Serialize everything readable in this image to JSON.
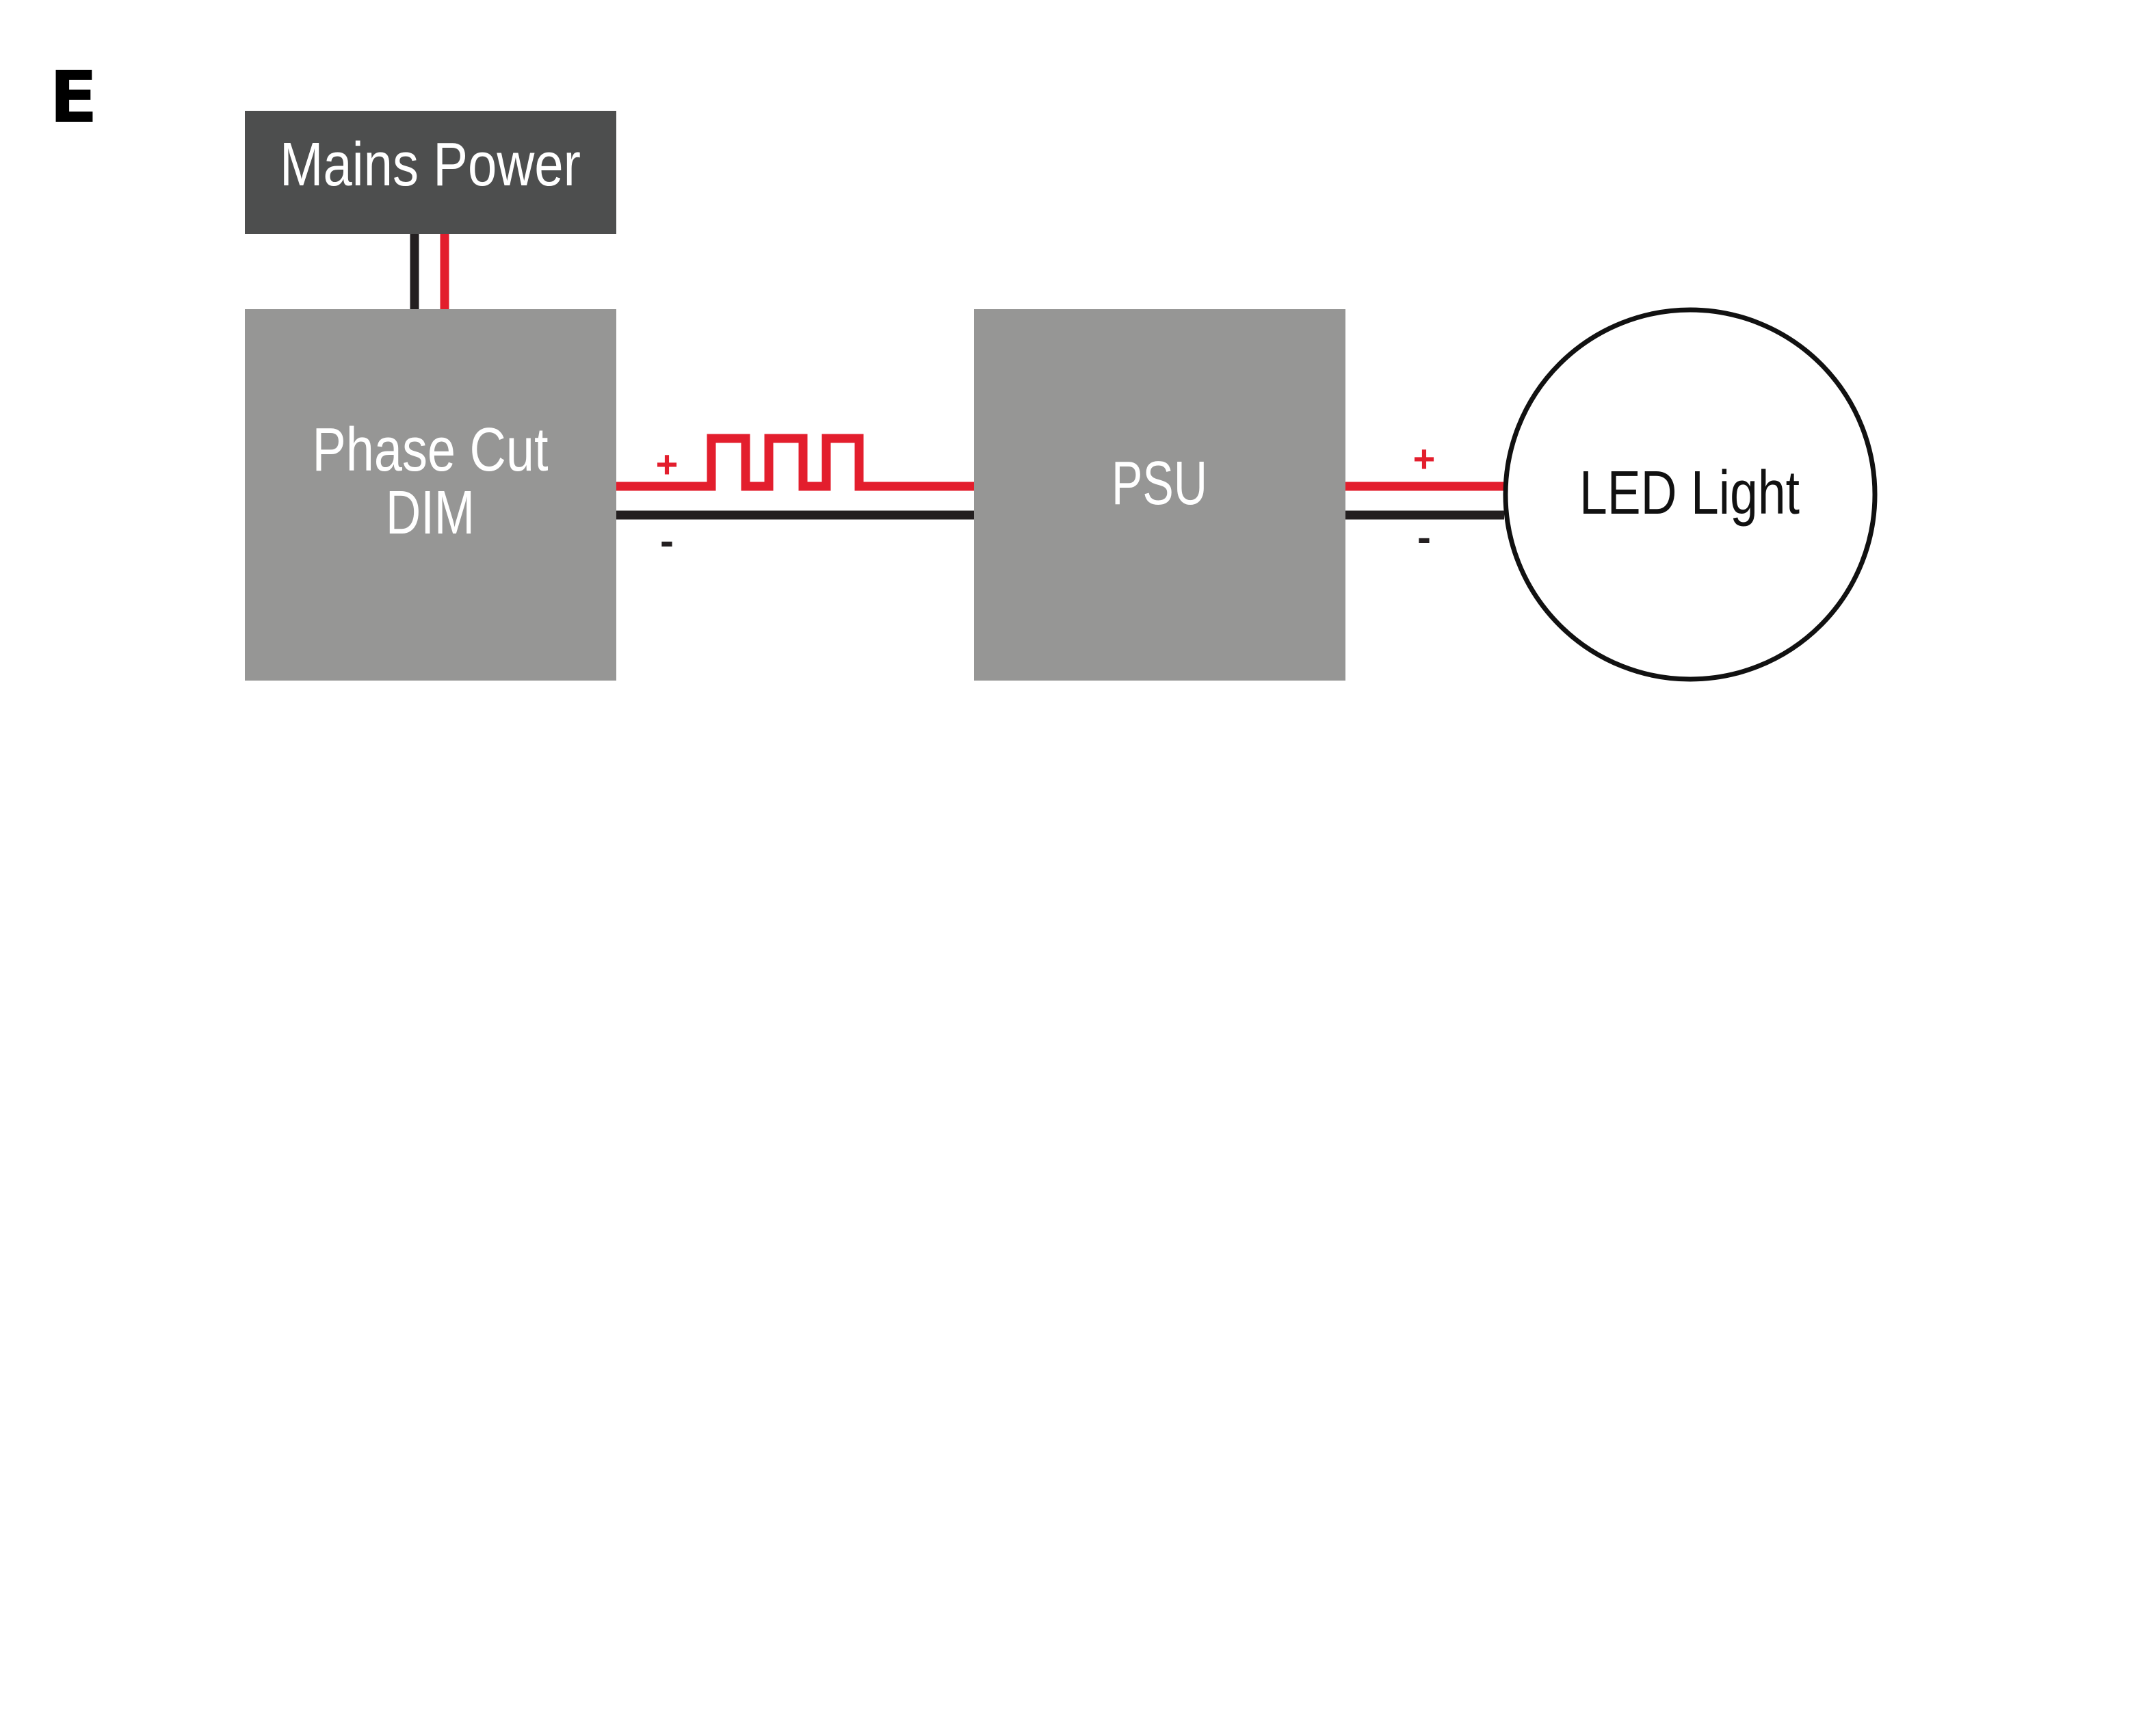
{
  "figure_label": "E",
  "blocks": {
    "mains": {
      "label": "Mains Power"
    },
    "dimmer": {
      "label_line1": "Phase Cut",
      "label_line2": "DIM"
    },
    "psu": {
      "label": "PSU"
    },
    "led": {
      "label": "LED Light"
    }
  },
  "polarity": {
    "dimmer_to_psu": {
      "positive": "+",
      "negative": "-"
    },
    "psu_to_led": {
      "positive": "+",
      "negative": "-"
    }
  },
  "colors": {
    "positive_wire": "#e31e2d",
    "negative_wire": "#231f20",
    "mains_block": "#4d4e4e",
    "device_block": "#969695",
    "led_outline": "#111111"
  }
}
